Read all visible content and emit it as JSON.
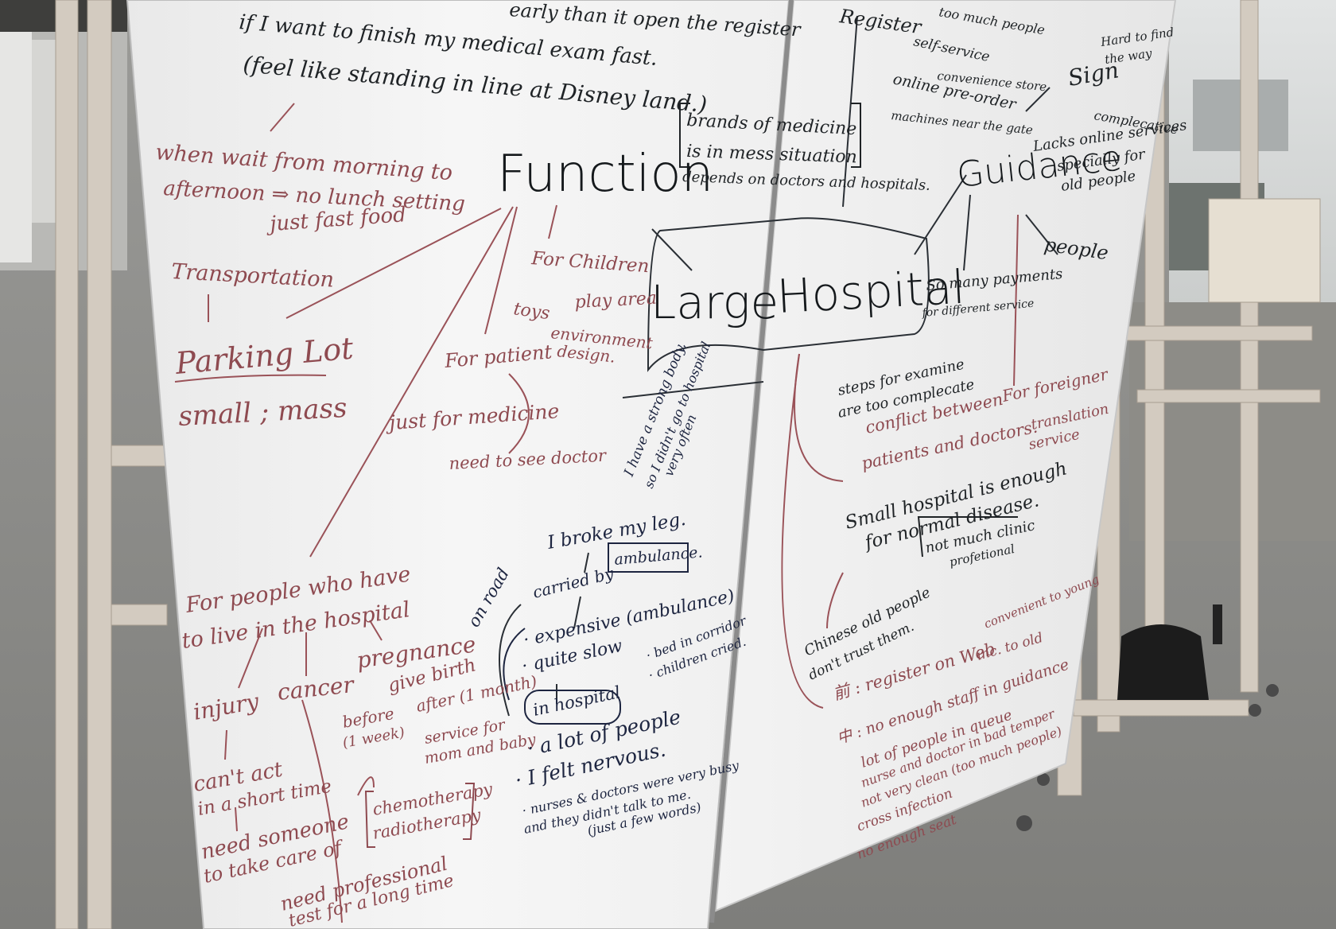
{
  "center": {
    "left_word": "Large",
    "right_word": "Hospital"
  },
  "function": {
    "heading": "Function",
    "top_note": [
      "early than it open the register",
      "if I want to finish my medical exam fast.",
      "(feel like standing in line at Disney land.)"
    ],
    "lunch": [
      "when wait from morning to",
      "afternoon ⇒ no lunch setting",
      "just fast food"
    ],
    "transportation": "Transportation",
    "parking_title": "Parking Lot",
    "parking_detail": "small ; mass",
    "children_title": "For Children",
    "children_toys": "toys",
    "children_play": "play area",
    "children_env": [
      "environment",
      "design."
    ],
    "patient_title": "For patient",
    "patient_medicine": "just for medicine",
    "patient_doctor": "need to see doctor",
    "brands": [
      "brands of medicine",
      "is in mess situation",
      "depends on doctors and hospitals."
    ],
    "strong_body": [
      "I have a strong body,",
      "so I didn't go to hospital",
      "very often"
    ],
    "live_title": [
      "For people who have",
      "to live in the hospital"
    ],
    "injury": "injury",
    "cancer": "cancer",
    "pregnance": "pregnance",
    "give_birth": "give birth",
    "before": [
      "before",
      "(1 week)"
    ],
    "after": "after (1 month)",
    "service": [
      "service for",
      "mom and baby"
    ],
    "cant_act": [
      "can't act",
      "in a short time"
    ],
    "need_someone": [
      "need someone",
      "to take care of"
    ],
    "chemo": [
      "chemotherapy",
      "radiotherapy"
    ],
    "professional": [
      "need professional",
      "test for a long time"
    ],
    "broke_leg": "I broke my leg.",
    "carried_by": "carried by",
    "ambulance": "ambulance.",
    "on_road": "on road",
    "expensive": "· expensive (ambulance)",
    "quite_slow": "· quite slow",
    "in_hospital": "in hospital",
    "bed": [
      "· bed in corridor",
      "· children cried."
    ],
    "lot_people": "· a lot of people",
    "nervous": "· I felt nervous.",
    "nurses": [
      "· nurses & doctors were very busy",
      "and they didn't talk to me.",
      "(just a few words)"
    ]
  },
  "guidance": {
    "heading": "Guidance",
    "register": "Register",
    "too_much": "too much people",
    "self_service": "self-service",
    "convenience": "convenience store",
    "online_pre": "online pre-order",
    "machines": "machines near the gate",
    "sign": "Sign",
    "hard_to_find": [
      "Hard to find",
      "the way"
    ],
    "complecative": "complecative",
    "lacks_online": [
      "Lacks online services",
      "specially for",
      "old people"
    ],
    "people": "people",
    "payments": [
      "So many payments",
      "for different service"
    ],
    "steps": [
      "steps for examine",
      "are too complecate"
    ],
    "conflict": [
      "conflict between",
      "patients and doctors."
    ],
    "small_hospital": [
      "Small hospital is enough",
      "for normal disease."
    ],
    "not_much": [
      "not much clinic",
      "profetional"
    ],
    "foreigner_title": "For foreigner",
    "translation": [
      "translation",
      "service"
    ],
    "chinese_old": [
      "Chinese old people",
      "don't trust them."
    ],
    "convenient_young": "convenient to young",
    "before_label": "前 : register on Web",
    "inc_old": "inc. to old",
    "during_label": "中 : no enough staff in guidance",
    "queue": "lot of people in queue",
    "temper": "nurse and doctor in bad temper",
    "not_clean": "not very clean (too much people)",
    "cross": "cross infection",
    "no_seat": "no enough seat"
  }
}
